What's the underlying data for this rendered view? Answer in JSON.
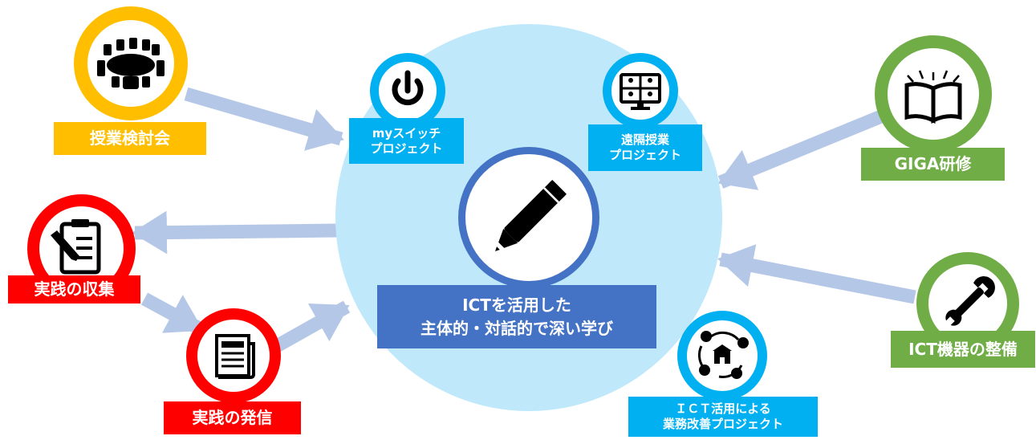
{
  "colors": {
    "orange": "#ffbf00",
    "red": "#ff0000",
    "green": "#70ad47",
    "blue": "#00b0f0",
    "center_blue": "#4472c4",
    "circle_fill": "#bfe9fb",
    "arrow": "#b4c7e7"
  },
  "center": {
    "icon": "pencil-icon",
    "line1": "ICTを活用した",
    "line2": "主体的・対話的で深い学び"
  },
  "nodes": {
    "jugyo_kentokai": {
      "label": "授業検討会",
      "icon": "conference-table-icon",
      "color": "orange"
    },
    "jissen_shushu": {
      "label": "実践の収集",
      "icon": "clipboard-pen-icon",
      "color": "red"
    },
    "jissen_hasshin": {
      "label": "実践の発信",
      "icon": "newspaper-icon",
      "color": "red"
    },
    "giga_kenshu": {
      "label": "GIGA研修",
      "icon": "open-book-icon",
      "color": "green"
    },
    "ict_seibi": {
      "label": "ICT機器の整備",
      "icon": "wrench-icon",
      "color": "green"
    }
  },
  "projects": {
    "my_switch": {
      "label": "myスイッチ\nプロジェクト",
      "icon": "power-icon"
    },
    "enkaku": {
      "label": "遠隔授業\nプロジェクト",
      "icon": "video-call-icon"
    },
    "gyomu_kaizen": {
      "label": "ＩＣＴ活用による\n業務改善プロジェクト",
      "icon": "school-cycle-icon"
    }
  }
}
